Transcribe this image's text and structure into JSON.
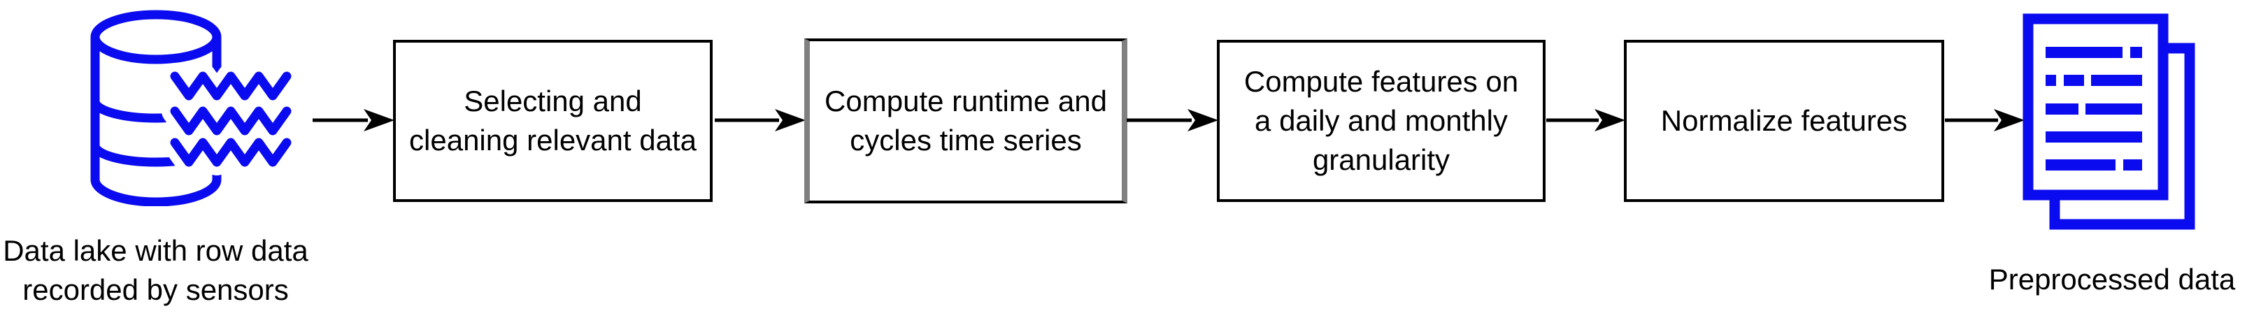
{
  "colors": {
    "accent_blue": "#0b0bf0",
    "box_border": "#000000",
    "highlight_box_side_border": "#808080",
    "arrow": "#000000",
    "background": "#ffffff"
  },
  "source": {
    "icon": "data-lake-database-icon",
    "label_lines": [
      "Data lake with row data",
      "recorded by sensors"
    ]
  },
  "steps": [
    {
      "lines": [
        "Selecting and",
        "cleaning relevant data"
      ]
    },
    {
      "lines": [
        "Compute runtime and",
        "cycles time series"
      ]
    },
    {
      "lines": [
        "Compute features on",
        "a daily and monthly",
        "granularity"
      ]
    },
    {
      "lines": [
        "Normalize features"
      ]
    }
  ],
  "sink": {
    "icon": "documents-icon",
    "label": "Preprocessed data"
  }
}
